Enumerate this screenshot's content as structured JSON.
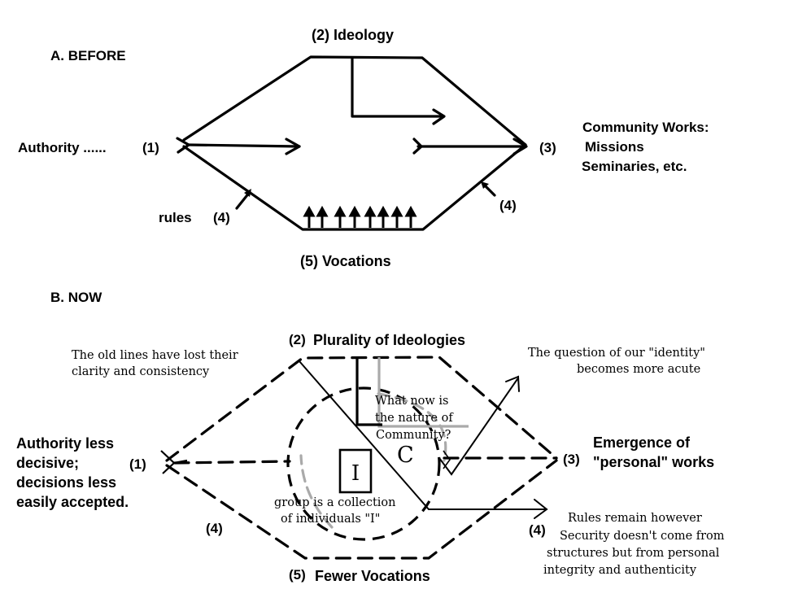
{
  "diagram_a": {
    "heading": "A. BEFORE",
    "top_label": "(2)   Ideology",
    "left_label": "Authority ......",
    "left_number": "(1)",
    "right_number": "(3)",
    "right_label": [
      "Community Works:",
      "Missions",
      "Seminaries, etc."
    ],
    "rules_label": "rules",
    "rules_number": "(4)",
    "right_rules_number": "(4)",
    "bottom_label": "(5)   Vocations"
  },
  "diagram_b": {
    "heading": "B.  NOW",
    "top_number": "(2)",
    "top_label": "Plurality of Ideologies",
    "old_lines_note": [
      "The old lines have lost their",
      "clarity and consistency"
    ],
    "identity_note": [
      "The question of our \"identity\"",
      "becomes more acute"
    ],
    "left_label": [
      "Authority less",
      "decisive;",
      "decisions less",
      "easily accepted."
    ],
    "left_number": "(1)",
    "center_question": [
      "What now is",
      "the nature of",
      "Community?"
    ],
    "i_box": "I",
    "c_letter": "C",
    "group_note": [
      "group is a collection",
      "of individuals \"I\""
    ],
    "right_number": "(3)",
    "right_label": [
      "Emergence of",
      "\"personal\" works"
    ],
    "left_rules_number": "(4)",
    "right_rules_number": "(4)",
    "rules_note": [
      "Rules remain however",
      "Security doesn't come from",
      "structures but from personal",
      "integrity and authenticity"
    ],
    "bottom_number": "(5)",
    "bottom_label": "Fewer Vocations"
  }
}
